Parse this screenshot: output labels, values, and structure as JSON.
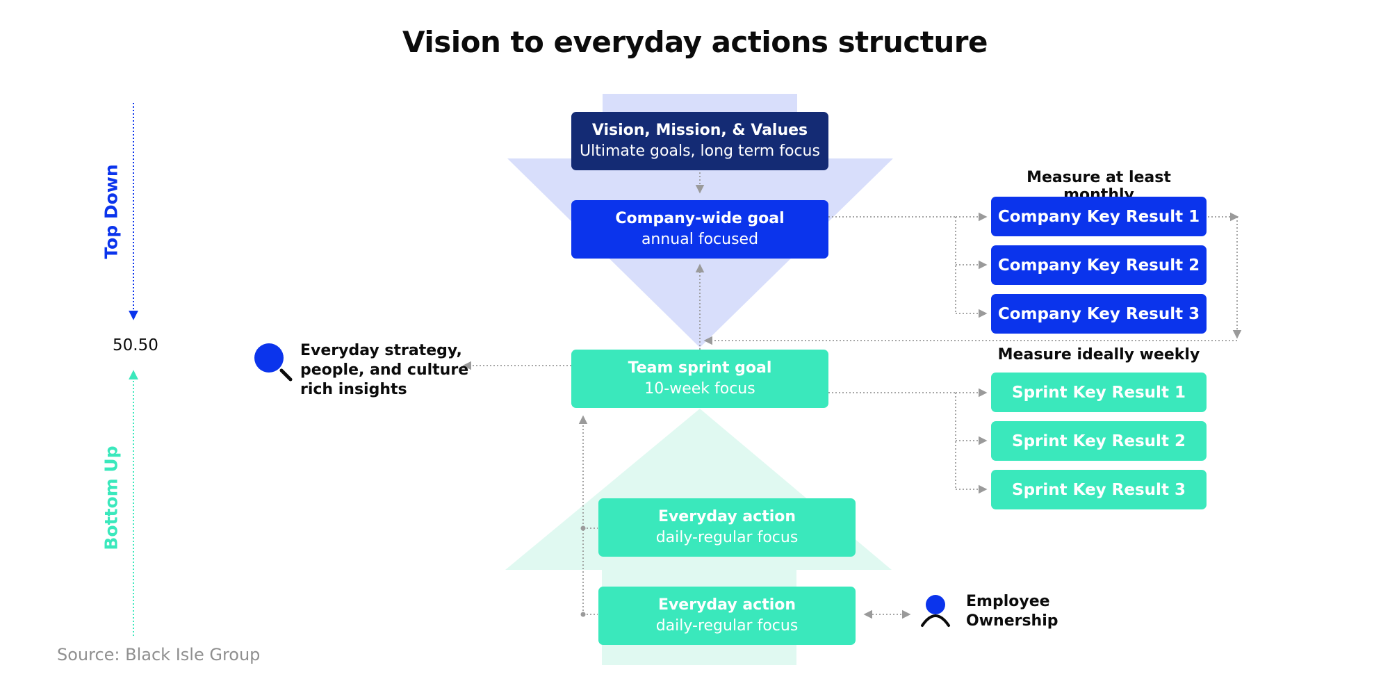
{
  "title": "Vision to everyday actions structure",
  "side_labels": {
    "top": "Top Down",
    "bottom": "Bottom Up",
    "center": "50.50"
  },
  "vision_box": {
    "line1": "Vision, Mission, & Values",
    "line2": "Ultimate goals, long term focus"
  },
  "company_goal": {
    "line1": "Company-wide goal",
    "line2": "annual focused"
  },
  "team_goal": {
    "line1": "Team sprint goal",
    "line2": "10-week focus"
  },
  "everyday_actions": [
    {
      "line1": "Everyday action",
      "line2": "daily-regular focus"
    },
    {
      "line1": "Everyday action",
      "line2": "daily-regular focus"
    }
  ],
  "company_measure": "Measure at least monthly",
  "company_krs": [
    "Company Key Result 1",
    "Company Key Result 2",
    "Company Key Result 3"
  ],
  "sprint_measure": "Measure ideally weekly",
  "sprint_krs": [
    "Sprint Key Result 1",
    "Sprint Key Result 2",
    "Sprint Key Result 3"
  ],
  "insights": {
    "line1": "Everyday strategy,",
    "line2": "people, and culture",
    "line3": "rich insights"
  },
  "ownership": {
    "line1": "Employee",
    "line2": "Ownership"
  },
  "source": "Source: Black Isle Group",
  "colors": {
    "dark_navy": "#142b74",
    "blue": "#0b34ec",
    "mint": "#3ae8bc",
    "light_blue_arrow": "#d8defb",
    "light_mint_arrow": "#e0f9f1"
  },
  "icons": {
    "insights": "magnifier-icon",
    "ownership": "person-icon"
  }
}
